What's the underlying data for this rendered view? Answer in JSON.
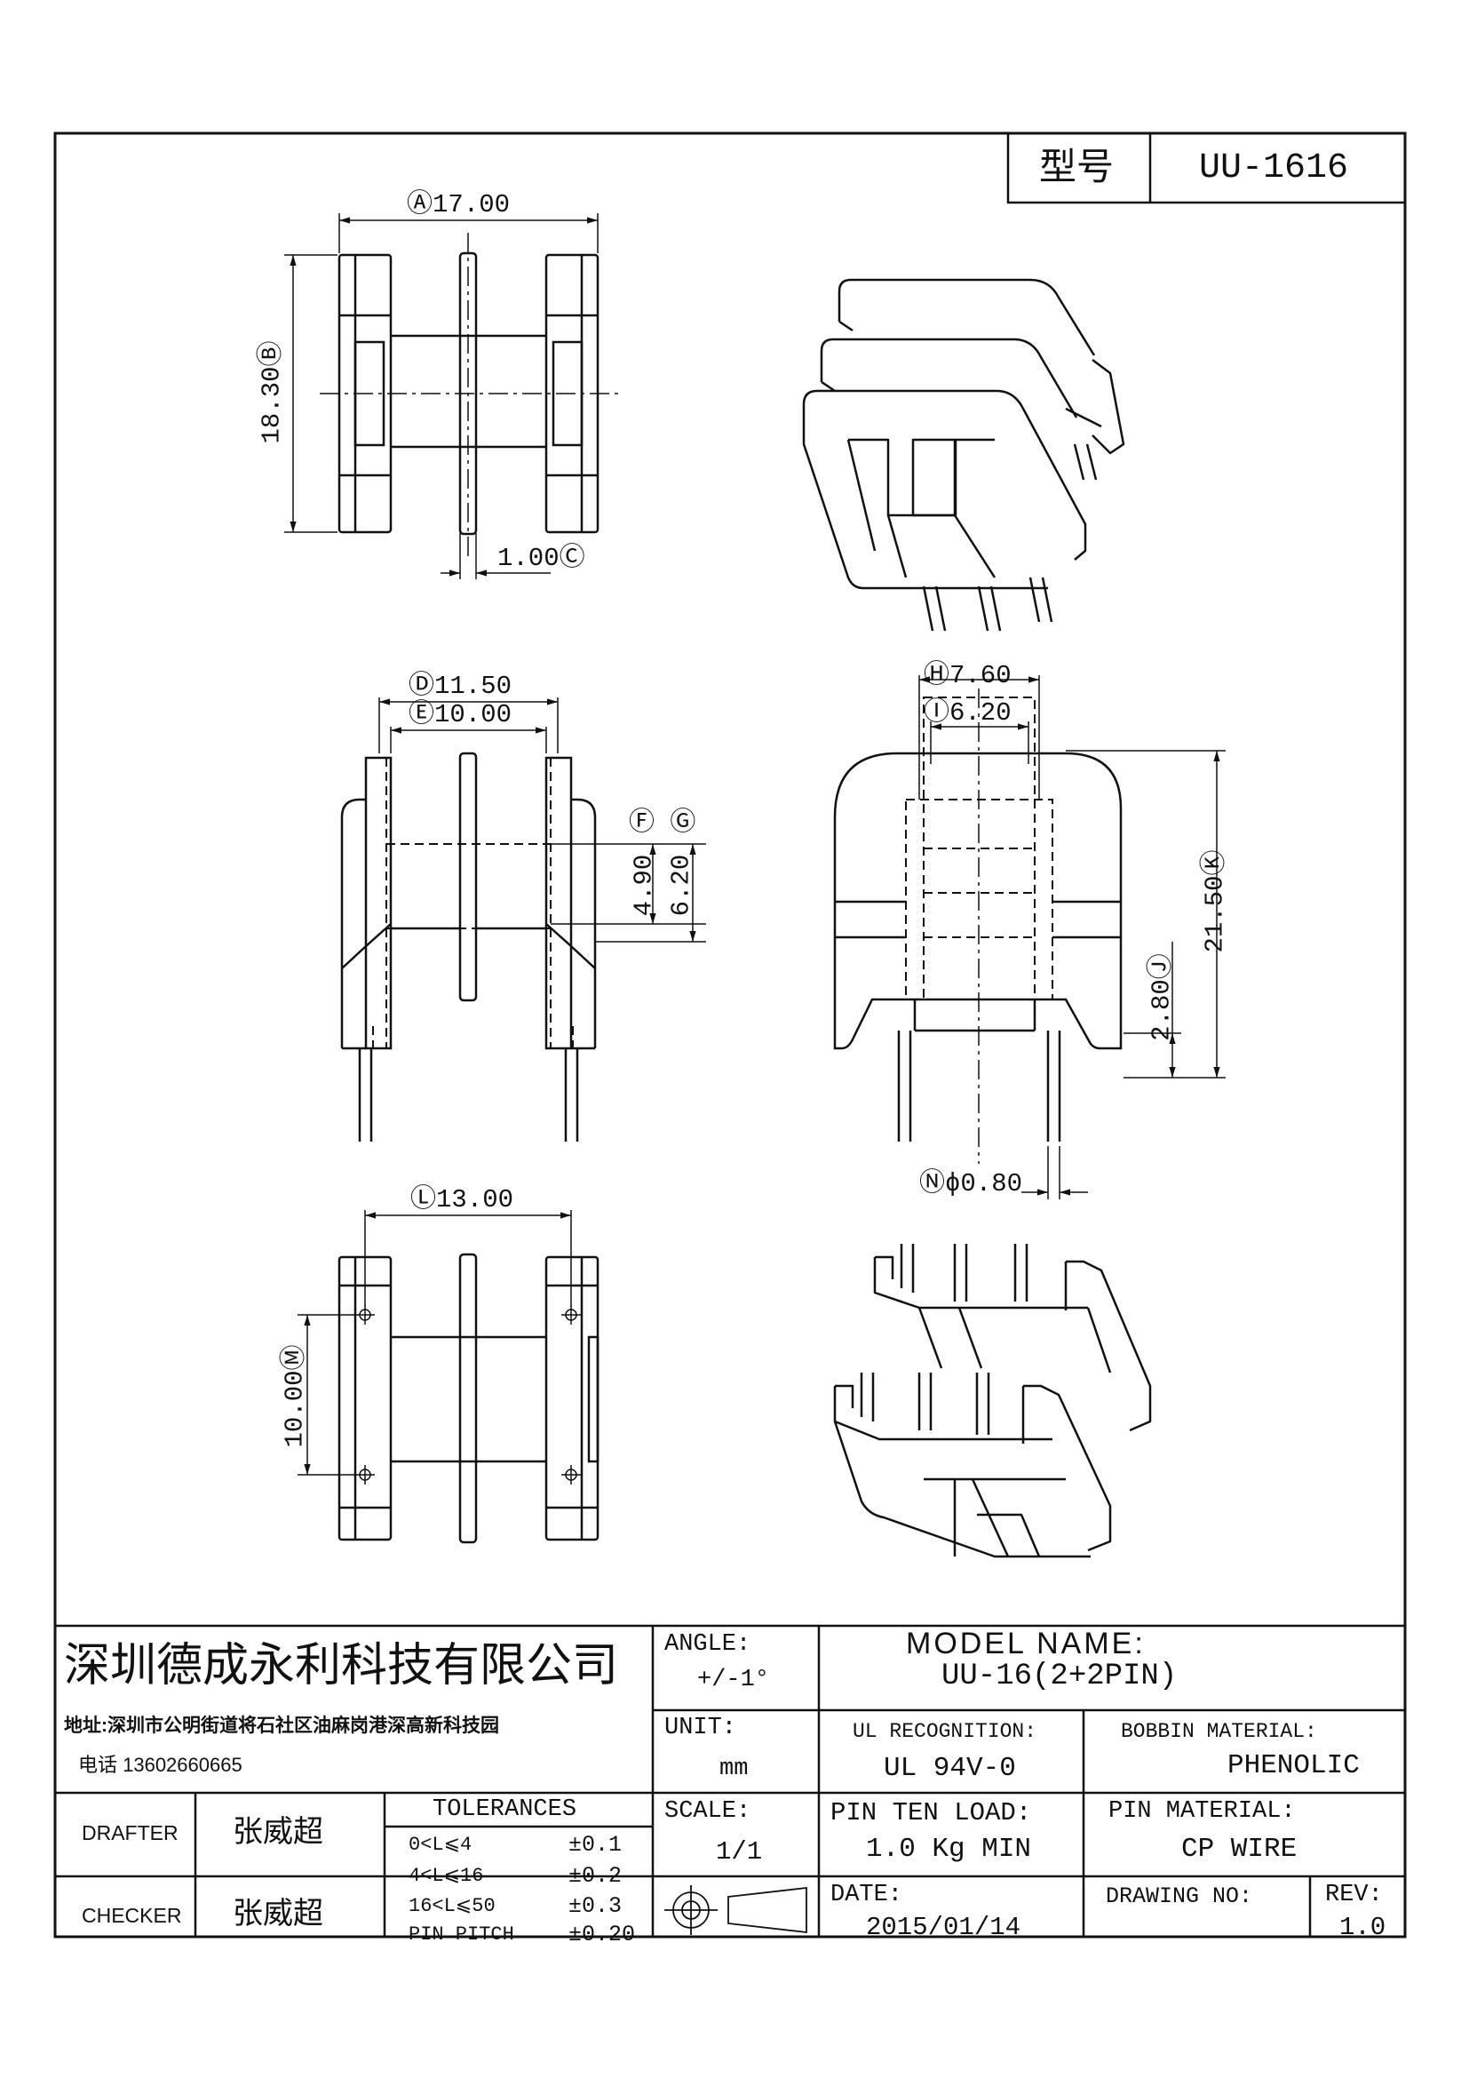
{
  "header": {
    "model_label": "型号",
    "model_value": "UU-1616"
  },
  "dims": {
    "A": "Ⓐ17.00",
    "B": "18.30Ⓑ",
    "C": "1.00Ⓒ",
    "D": "Ⓓ11.50",
    "E": "Ⓔ10.00",
    "FG": "Ⓕ Ⓖ",
    "F_val": "4.90",
    "G_val": "6.20",
    "H": "Ⓗ7.60",
    "I": "Ⓘ6.20",
    "K": "21.50Ⓚ",
    "J": "2.80Ⓙ",
    "N": "Ⓝϕ0.80",
    "L": "Ⓛ13.00",
    "M": "10.00Ⓜ"
  },
  "title_block": {
    "company": "深圳德成永利科技有限公司",
    "address": "地址:深圳市公明街道将石社区油麻岗港深高新科技园",
    "phone": "电话 13602660665",
    "angle_label": "ANGLE:",
    "angle_value": "+/-1°",
    "model_name_label": "MODEL NAME:",
    "model_name_value": "UU-16(2+2PIN)",
    "unit_label": "UNIT:",
    "unit_value": "mm",
    "ul_label": "UL RECOGNITION:",
    "ul_value": "UL 94V-0",
    "bobbin_label": "BOBBIN MATERIAL:",
    "bobbin_value": "PHENOLIC",
    "drafter_label": "DRAFTER",
    "drafter_name": "张威超",
    "checker_label": "CHECKER",
    "checker_name": "张威超",
    "tolerances_label": "TOLERANCES",
    "tolerances": [
      {
        "range": "0<L⩽4",
        "value": "±0.1"
      },
      {
        "range": "4<L⩽16",
        "value": "±0.2"
      },
      {
        "range": "16<L⩽50",
        "value": "±0.3"
      },
      {
        "range": "PIN PITCH",
        "value": "±0.20"
      }
    ],
    "scale_label": "SCALE:",
    "scale_value": "1/1",
    "pin_load_label": "PIN TEN LOAD:",
    "pin_load_value": "1.0 Kg MIN",
    "pin_material_label": "PIN MATERIAL:",
    "pin_material_value": "CP WIRE",
    "date_label": "DATE:",
    "date_value": "2015/01/14",
    "drawing_no_label": "DRAWING NO:",
    "drawing_no_value": "",
    "rev_label": "REV:",
    "rev_value": "1.0"
  }
}
